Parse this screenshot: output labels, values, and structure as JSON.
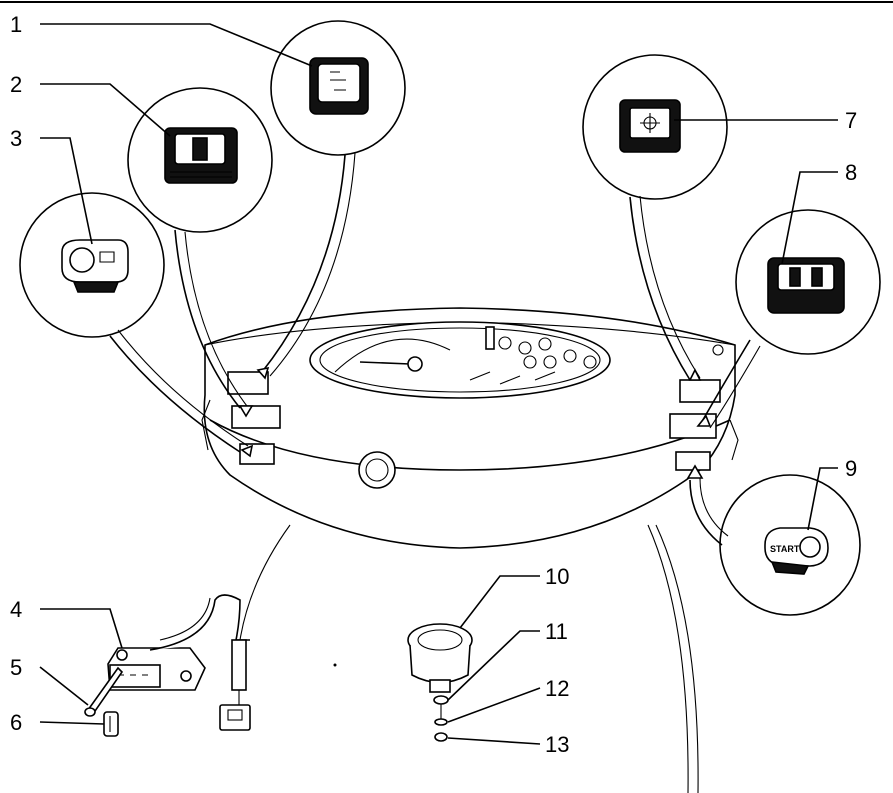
{
  "callouts": [
    {
      "id": "1",
      "label": "1"
    },
    {
      "id": "2",
      "label": "2"
    },
    {
      "id": "3",
      "label": "3"
    },
    {
      "id": "4",
      "label": "4"
    },
    {
      "id": "5",
      "label": "5"
    },
    {
      "id": "6",
      "label": "6"
    },
    {
      "id": "7",
      "label": "7"
    },
    {
      "id": "8",
      "label": "8"
    },
    {
      "id": "9",
      "label": "9"
    },
    {
      "id": "10",
      "label": "10"
    },
    {
      "id": "11",
      "label": "11"
    },
    {
      "id": "12",
      "label": "12"
    },
    {
      "id": "13",
      "label": "13"
    }
  ],
  "start_switch_label": "START"
}
